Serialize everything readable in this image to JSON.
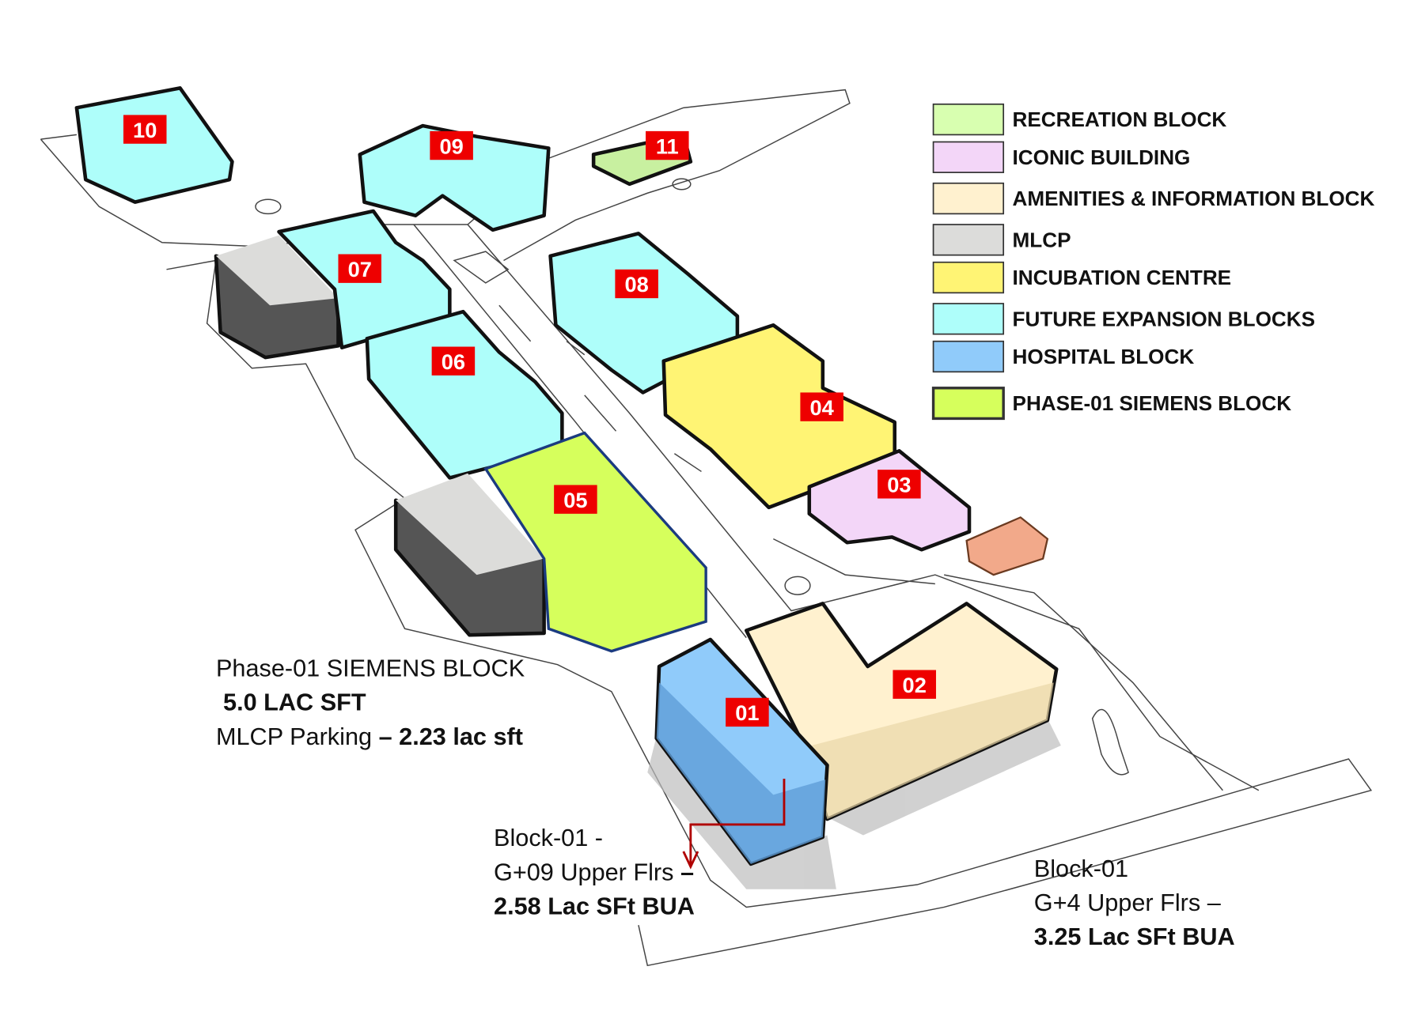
{
  "legend": [
    {
      "label": "RECREATION BLOCK",
      "color": "#d8ffb0"
    },
    {
      "label": "ICONIC BUILDING",
      "color": "#f3d6f8"
    },
    {
      "label": "AMENITIES & INFORMATION BLOCK",
      "color": "#fff1cf"
    },
    {
      "label": "MLCP",
      "color": "#dcdcda"
    },
    {
      "label": "INCUBATION CENTRE",
      "color": "#fff474"
    },
    {
      "label": "FUTURE EXPANSION BLOCKS",
      "color": "#aefefa"
    },
    {
      "label": "HOSPITAL BLOCK",
      "color": "#90cbfa"
    },
    {
      "label": "PHASE-01 SIEMENS BLOCK",
      "color": "#d6ff5c"
    }
  ],
  "blocks": {
    "b01": "01",
    "b02": "02",
    "b03": "03",
    "b04": "04",
    "b05": "05",
    "b06": "06",
    "b07": "07",
    "b08": "08",
    "b09": "09",
    "b10": "10",
    "b11": "11"
  },
  "annotations": {
    "phase01": {
      "line1": "Phase-01 SIEMENS BLOCK",
      "line2": "5.0 LAC SFT",
      "line3a": "MLCP Parking ",
      "line3b": "– 2.23 lac sft"
    },
    "block01_left": {
      "line1": "Block-01 -",
      "line2": "G+09 Upper Flrs ",
      "line2b": "–",
      "line3": "2.58 Lac SFt  BUA"
    },
    "block01_right": {
      "line1": "Block-01",
      "line2": "G+4 Upper Flrs –",
      "line3": "3.25  Lac SFt  BUA"
    }
  },
  "colors": {
    "label_bg": "#ee0000",
    "arrow": "#b00000",
    "orange": "#f2a98a"
  }
}
